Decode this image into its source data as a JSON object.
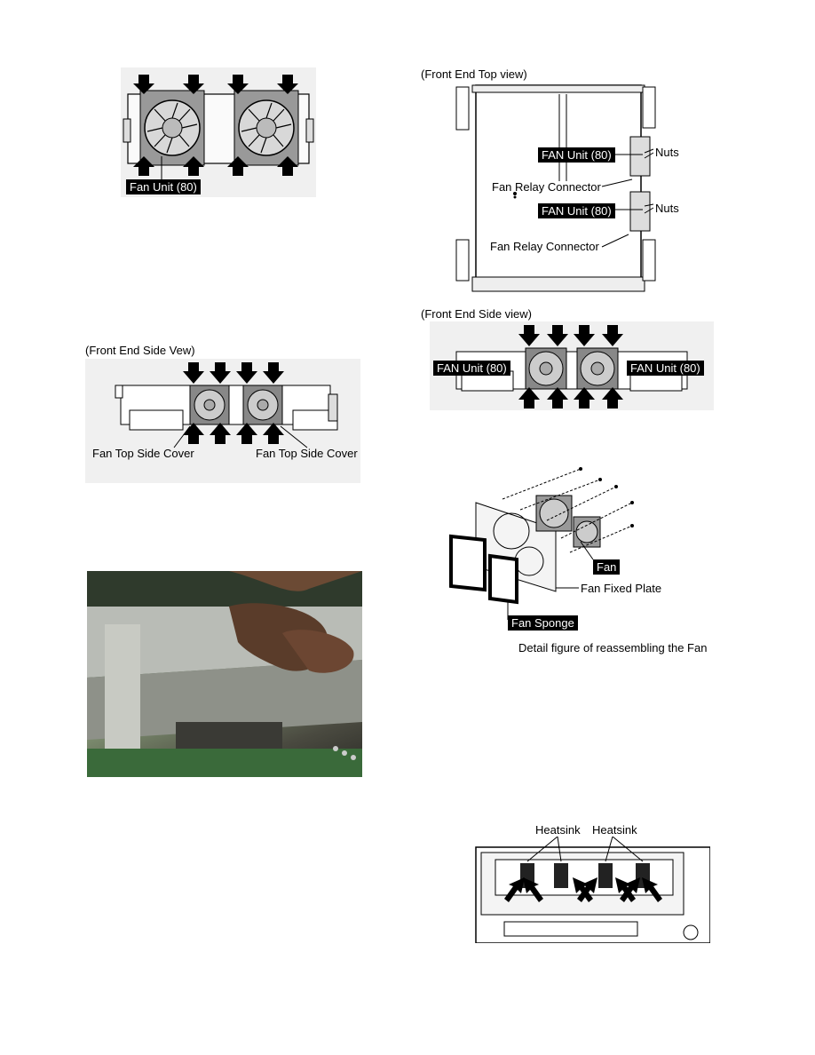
{
  "fig_top_left": {
    "label": "Fan Unit (80)"
  },
  "fig_front_top": {
    "title": "(Front End Top view)",
    "fan_label_1": "FAN Unit (80)",
    "fan_label_2": "FAN Unit (80)",
    "nuts_1": "Nuts",
    "nuts_2": "Nuts",
    "relay_1": "Fan Relay Connector",
    "relay_2": "Fan Relay Connector"
  },
  "fig_front_side_right": {
    "title": "(Front End Side view)",
    "fan_left": "FAN Unit (80)",
    "fan_right": "FAN Unit (80)"
  },
  "fig_front_side_left": {
    "title": "(Front End Side Vew)",
    "cover_left": "Fan Top Side Cover",
    "cover_right": "Fan Top Side Cover"
  },
  "fig_detail": {
    "fan": "Fan",
    "plate": "Fan Fixed Plate",
    "sponge": "Fan Sponge",
    "caption": "Detail figure of reassembling the Fan"
  },
  "fig_heatsink": {
    "heatsink_1": "Heatsink",
    "heatsink_2": "Heatsink"
  }
}
